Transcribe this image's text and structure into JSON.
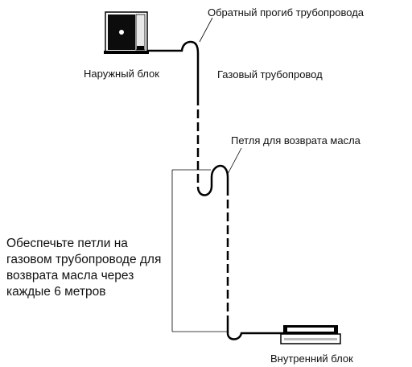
{
  "labels": {
    "reverse_bend": "Обратный прогиб трубопровода",
    "outdoor_unit": "Наружный блок",
    "gas_pipe": "Газовый трубопровод",
    "oil_loop": "Петля для возврата  масла",
    "indoor_unit": "Внутренний блок"
  },
  "note": "Обеспечьте петли на газовом трубопроводе для возврата масла через каждые 6 метров",
  "icons": {
    "outdoor_unit": "outdoor-ac-unit-icon",
    "indoor_unit": "indoor-ceiling-unit-icon"
  }
}
